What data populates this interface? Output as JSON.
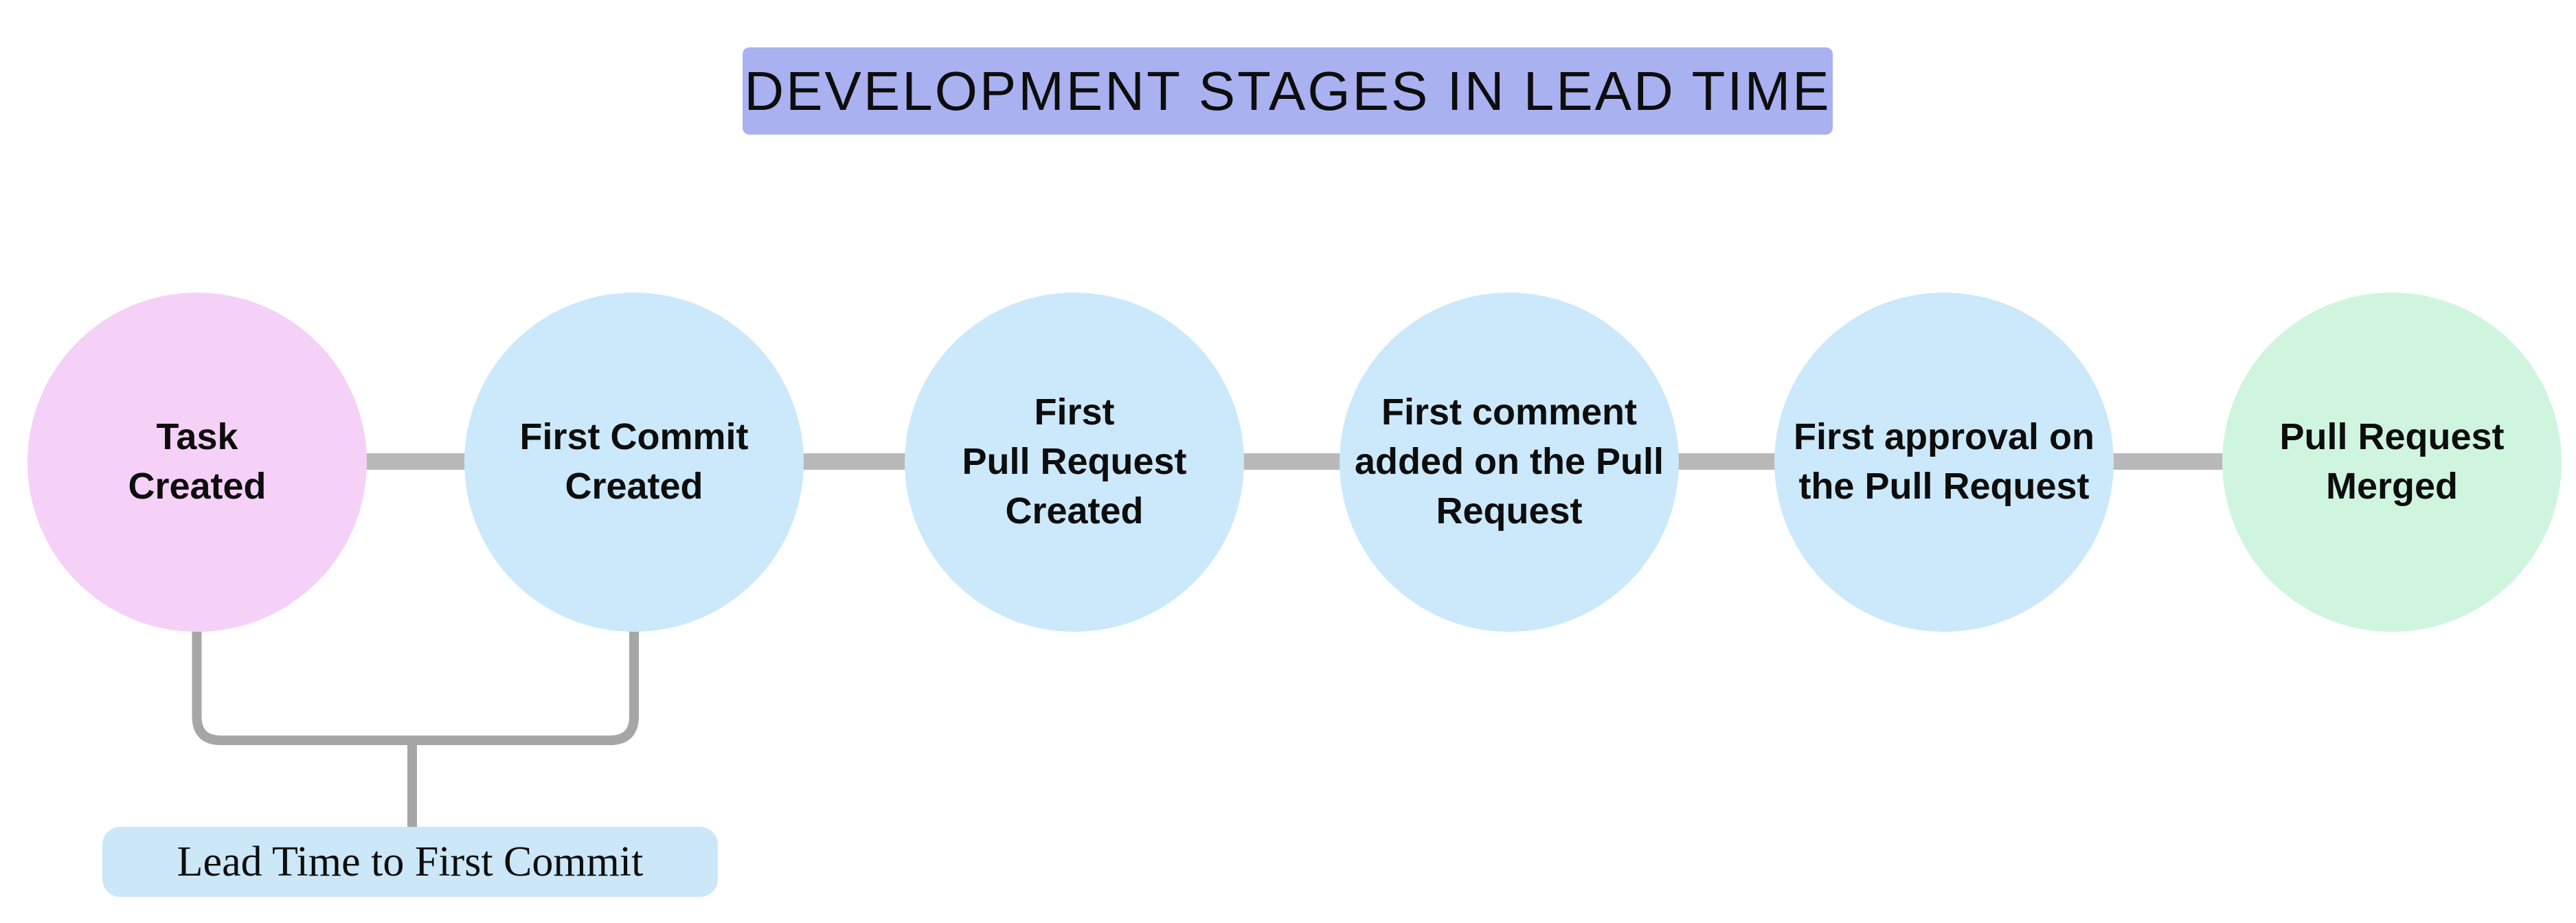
{
  "title": {
    "text": "DEVELOPMENT STAGES IN LEAD TIME"
  },
  "stages": [
    {
      "label": "Task\nCreated",
      "fill": "#f5d1f8"
    },
    {
      "label": "First Commit\nCreated",
      "fill": "#cbe9fb"
    },
    {
      "label": "First\nPull Request\nCreated",
      "fill": "#cbe9fb"
    },
    {
      "label": "First comment\nadded on the Pull\nRequest",
      "fill": "#cbe9fb"
    },
    {
      "label": "First approval on\nthe Pull Request",
      "fill": "#cbe9fb"
    },
    {
      "label": "Pull Request\nMerged",
      "fill": "#d0f5de"
    }
  ],
  "annotation": {
    "label": "Lead Time to First Commit",
    "fill": "#cbe7f8"
  },
  "colors": {
    "background": "#ffffff",
    "title_bg": "#a9b1f1",
    "connector": "#b9b9b9",
    "bracket": "#a6a6a6",
    "text": "#0d0d0d"
  }
}
